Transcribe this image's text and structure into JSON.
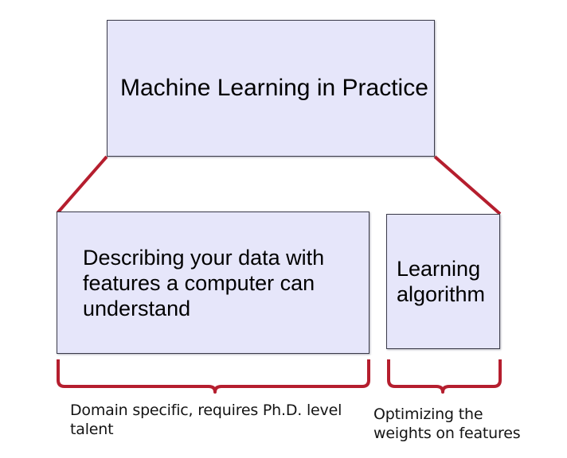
{
  "diagram": {
    "title": "Machine Learning in Practice",
    "colors": {
      "box_fill": "#E6E6FA",
      "box_border": "#3B3B4A",
      "connector_red": "#B51E2E",
      "text": "#000000",
      "background": "#FFFFFF"
    },
    "boxes": [
      {
        "id": "top",
        "label": "Machine Learning in Practice"
      },
      {
        "id": "features",
        "label": "Describing your data with features a computer can understand"
      },
      {
        "id": "algorithm",
        "label": "Learning algorithm"
      }
    ],
    "captions": [
      {
        "id": "left",
        "text": "Domain specific, requires Ph.D. level talent"
      },
      {
        "id": "right",
        "text": "Optimizing the weights on features"
      }
    ]
  }
}
